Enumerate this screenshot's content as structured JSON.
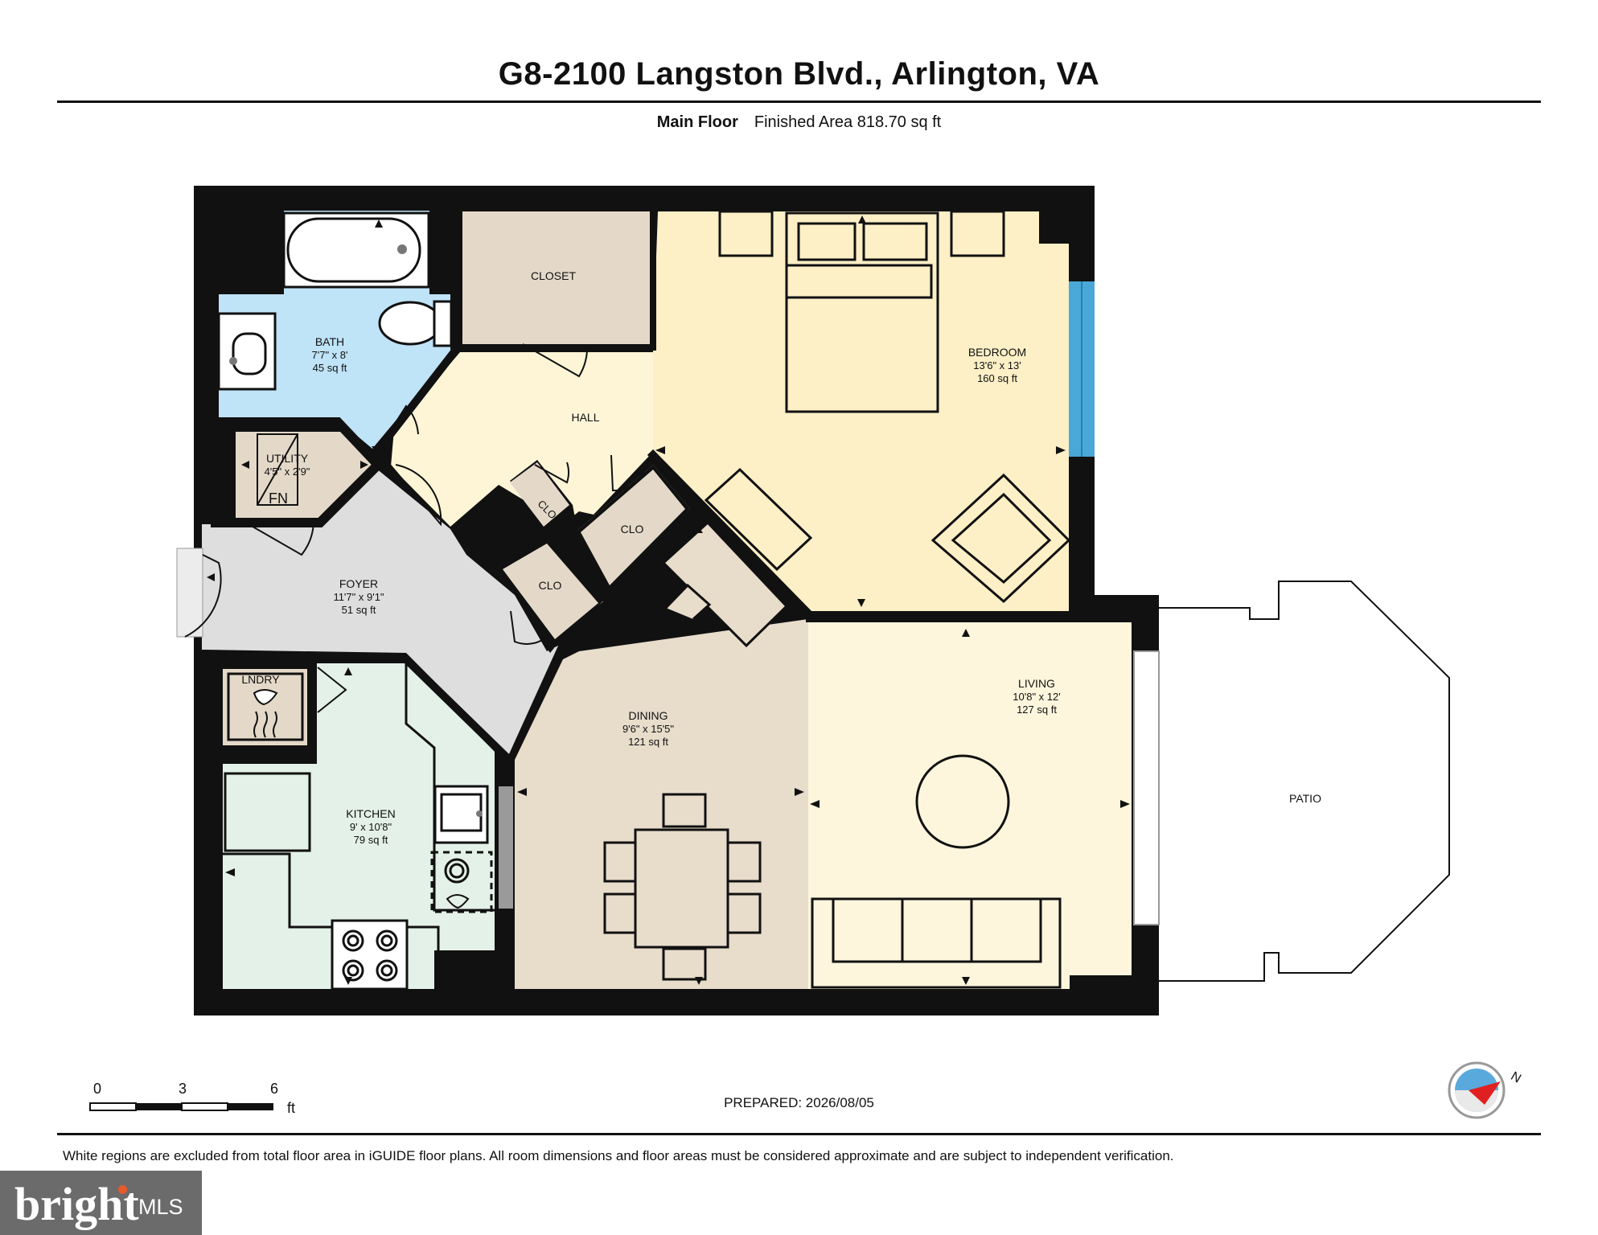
{
  "header": {
    "title": "G8-2100 Langston Blvd., Arlington, VA",
    "floor_label": "Main Floor",
    "area_text": "Finished Area 818.70 sq ft"
  },
  "rooms": {
    "bath": {
      "name": "BATH",
      "dims": "7'7\" x 8'",
      "area": "45 sq ft"
    },
    "closet": {
      "name": "CLOSET"
    },
    "bedroom": {
      "name": "BEDROOM",
      "dims": "13'6\" x 13'",
      "area": "160 sq ft"
    },
    "hall": {
      "name": "HALL"
    },
    "utility": {
      "name": "UTILITY",
      "dims": "4'5\" x 2'9\"",
      "tag": "FN"
    },
    "foyer": {
      "name": "FOYER",
      "dims": "11'7\" x 9'1\"",
      "area": "51 sq ft"
    },
    "clo1": {
      "name": "CLO"
    },
    "clo2": {
      "name": "CLO"
    },
    "clo3": {
      "name": "CLO"
    },
    "laundry": {
      "name": "LNDRY"
    },
    "kitchen": {
      "name": "KITCHEN",
      "dims": "9' x 10'8\"",
      "area": "79 sq ft"
    },
    "dining": {
      "name": "DINING",
      "dims": "9'6\" x 15'5\"",
      "area": "121 sq ft"
    },
    "living": {
      "name": "LIVING",
      "dims": "10'8\" x 12'",
      "area": "127 sq ft"
    },
    "patio": {
      "name": "PATIO"
    }
  },
  "scale_bar": {
    "ticks": [
      "0",
      "3",
      "6"
    ],
    "unit": "ft"
  },
  "prepared": "PREPARED: 2026/08/05",
  "compass": {
    "label": "N"
  },
  "disclaimer": "White regions are excluded from total floor area in iGUIDE floor plans. All room dimensions and floor areas must be considered approximate and are subject to independent verification.",
  "brand": {
    "logo": "bright",
    "suffix": "MLS"
  },
  "colors": {
    "wall": "#111111",
    "bath": "#bfe3f7",
    "closet": "#e4d9c8",
    "bedroom": "#fdefc6",
    "hall": "#fdf5d6",
    "foyer": "#dedede",
    "kitchen": "#e4f1e8",
    "dining": "#e8dccb",
    "living": "#fdf6dc",
    "window": "#4aa8d8"
  }
}
